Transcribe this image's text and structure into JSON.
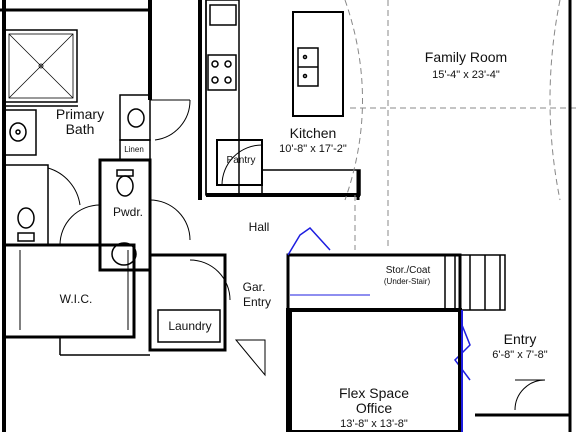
{
  "rooms": {
    "family_room": {
      "name": "Family Room",
      "dims": "15'-4\" x 23'-4\""
    },
    "primary_bath": {
      "line1": "Primary",
      "line2": "Bath"
    },
    "linen": "Linen",
    "kitchen": {
      "name": "Kitchen",
      "dims": "10'-8\" x 17'-2\""
    },
    "pantry": "Pantry",
    "powder": "Pwdr.",
    "hall": "Hall",
    "wic": "W.I.C.",
    "garage_entry": {
      "line1": "Gar.",
      "line2": "Entry"
    },
    "laundry": "Laundry",
    "storage": {
      "line1": "Stor./Coat",
      "line2": "(Under-Stair)"
    },
    "entry": {
      "name": "Entry",
      "dims": "6'-8\" x 7'-8\""
    },
    "flex": {
      "line1": "Flex Space",
      "line2": "Office",
      "dims": "13'-8\" x 13'-8\""
    }
  },
  "colors": {
    "wall": "#000000",
    "door_accent": "#1d1de0",
    "hatch": "#888888"
  }
}
